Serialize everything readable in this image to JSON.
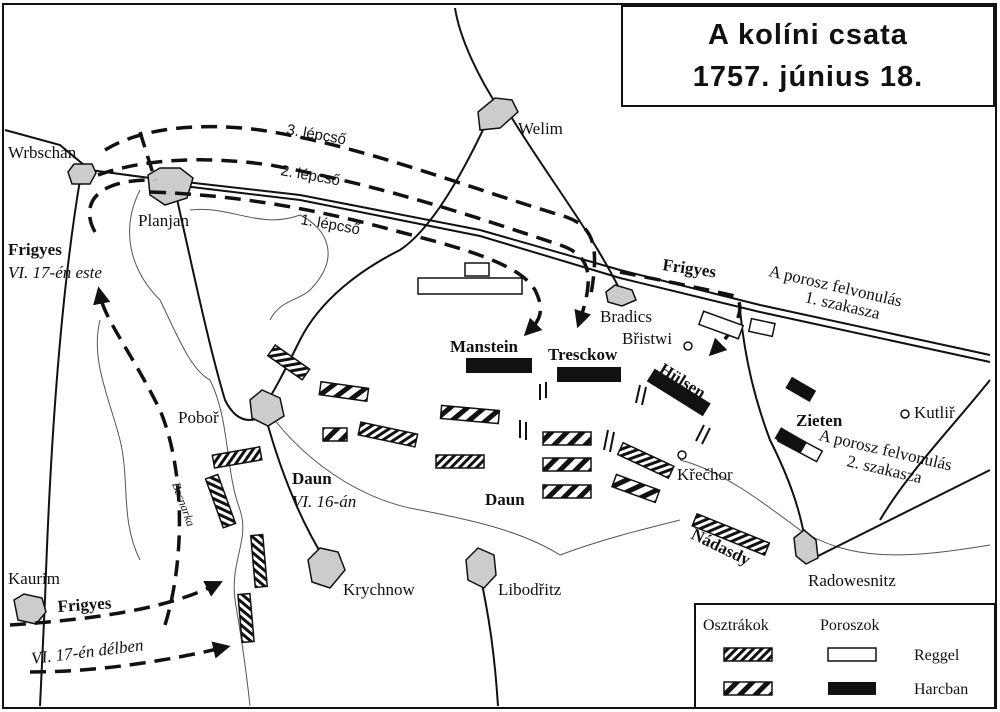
{
  "title": {
    "line1": "A kolíni csata",
    "line2": "1757. június 18."
  },
  "places": {
    "wrbschan": "Wrbschan",
    "planjan": "Planjan",
    "welim": "Welim",
    "bradics": "Bradics",
    "bristwi": "Břistwi",
    "kutlir": "Kutliř",
    "krechor": "Křečhor",
    "pobor": "Poboř",
    "krychnow": "Krychnow",
    "libodritz": "Libodřitz",
    "radowesnitz": "Radowesnitz",
    "kaurim": "Kaurim"
  },
  "river": "Becnarka",
  "steps": {
    "step1": "1. lépcső",
    "step2": "2. lépcső",
    "step3": "3. lépcső"
  },
  "commanders": {
    "frigyes_north": "Frigyes",
    "frigyes_north_note": "VI. 17-én este",
    "frigyes_east": "Frigyes",
    "frigyes_south": "Frigyes",
    "frigyes_south_note": "VI. 17-én délben",
    "daun_west": "Daun",
    "daun_west_note": "VI. 16-án",
    "daun_center": "Daun",
    "manstein": "Manstein",
    "tresckow": "Tresckow",
    "hulsen": "Hülsen",
    "zieten": "Zieten",
    "nadasdy": "Nádasdy"
  },
  "deployments": {
    "first_line": "A porosz felvonulás",
    "first_line_2": "1. szakasza",
    "second_line": "A porosz felvonulás",
    "second_line_2": "2. szakasza"
  },
  "legend": {
    "austrians": "Osztrákok",
    "prussians": "Poroszok",
    "morning": "Reggel",
    "in_battle": "Harcban"
  },
  "symbol_styles": {
    "prussian_morning": "white-bar",
    "prussian_battle": "black-bar",
    "austrian_morning": "hatched-bar",
    "austrian_battle": "broad-hatched-bar"
  },
  "colors": {
    "ink": "#111111",
    "paper": "#ffffff",
    "stream": "#555555"
  }
}
